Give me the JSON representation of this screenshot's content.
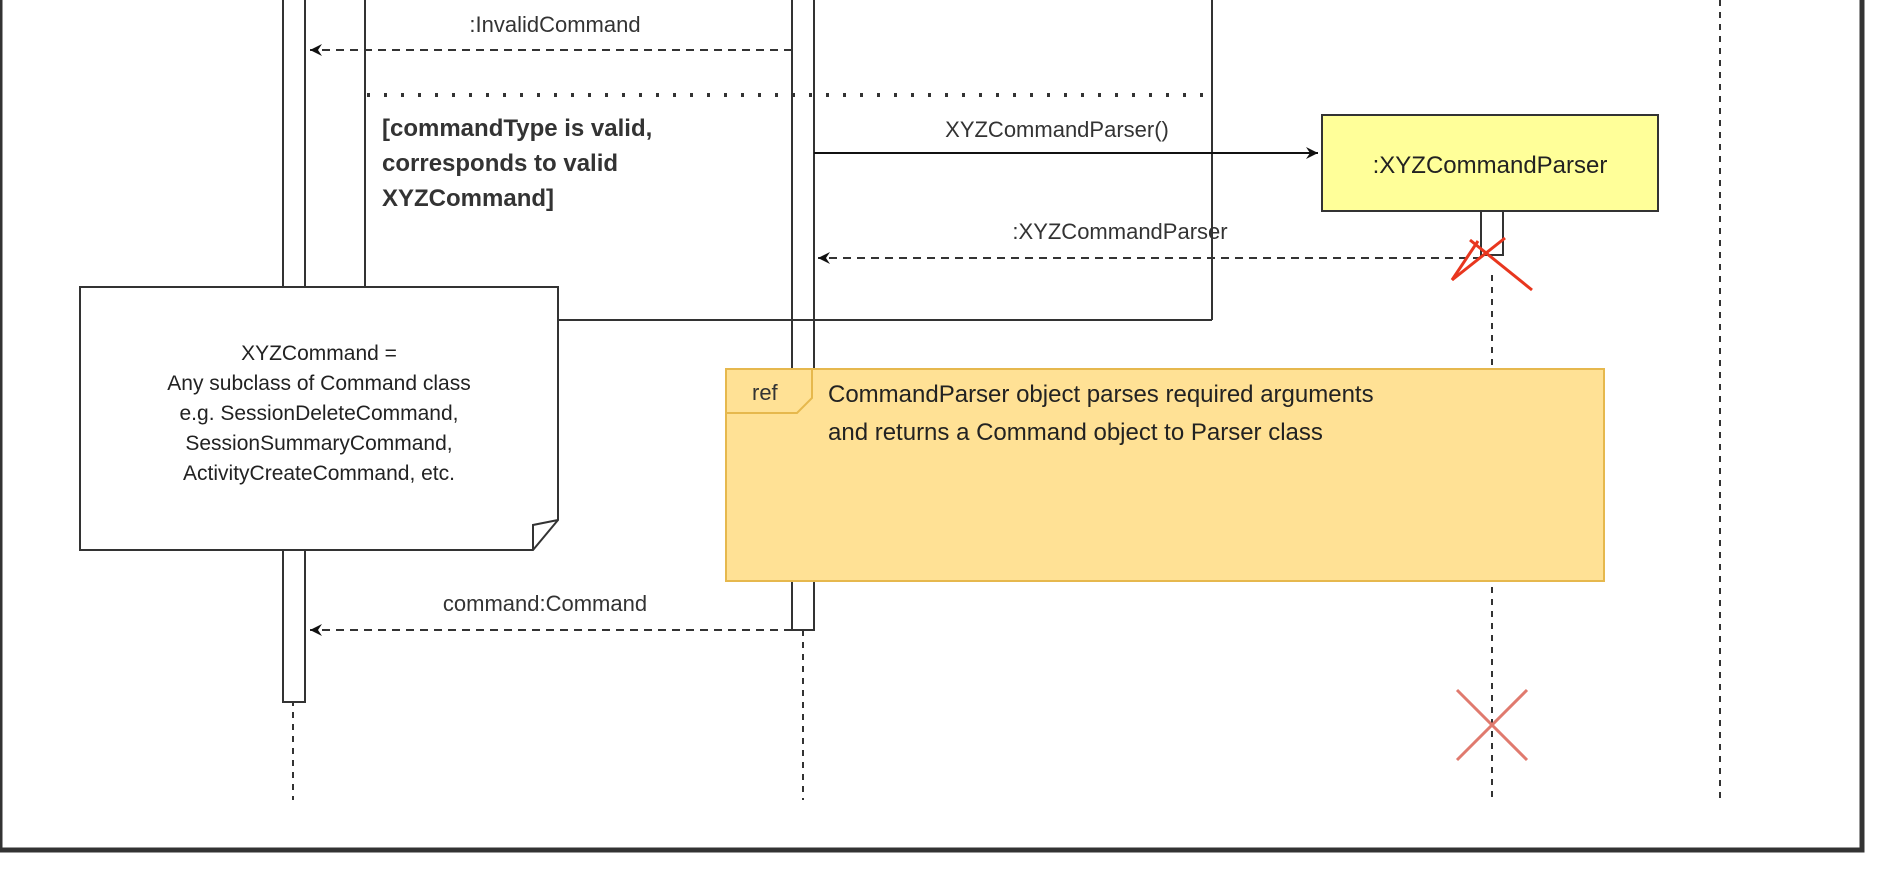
{
  "messages": {
    "invalid_command": ":InvalidCommand",
    "parser_constructor": "XYZCommandParser()",
    "parser_return": ":XYZCommandParser",
    "command_return": "command:Command"
  },
  "guard": {
    "lines": [
      "[commandType is valid,",
      "corresponds to valid",
      "XYZCommand]"
    ]
  },
  "parser_object": {
    "label": ":XYZCommandParser"
  },
  "note": {
    "lines": [
      "XYZCommand =",
      "Any subclass of Command class",
      "e.g. SessionDeleteCommand,",
      "SessionSummaryCommand,",
      "ActivityCreateCommand, etc."
    ]
  },
  "ref_frame": {
    "tag": "ref",
    "lines": [
      "CommandParser object parses required arguments",
      "and returns a Command object to Parser class"
    ]
  },
  "colors": {
    "object_fill": "#ffff99",
    "ref_fill": "#ffe195",
    "ref_border": "#e6b84d",
    "destroy_mark": "#e07a6e",
    "destroy_mark_active": "#e8361e"
  }
}
